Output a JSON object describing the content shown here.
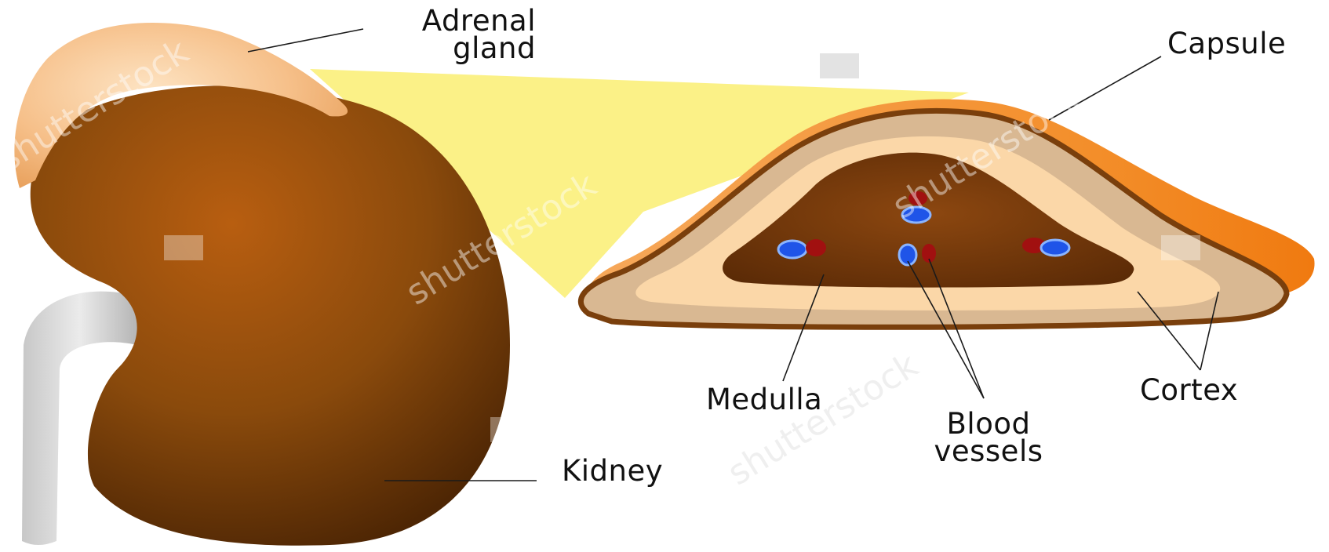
{
  "labels": {
    "adrenal_line1": "Adrenal",
    "adrenal_line2": "gland",
    "capsule": "Capsule",
    "medulla": "Medulla",
    "blood_line1": "Blood",
    "blood_line2": "vessels",
    "cortex": "Cortex",
    "kidney": "Kidney"
  },
  "watermark": "shutterstock",
  "colors": {
    "kidney": "#8a4a0c",
    "kidney_highlight": "#b85e10",
    "adrenal_on_kidney": "#f6c08a",
    "zoom_cone": "#fbf07a",
    "capsule": "#f08a1e",
    "cortex_outer": "#d9b892",
    "cortex_inner": "#fbd7a8",
    "medulla": "#6e3508",
    "artery": "#a11010",
    "vein": "#1f54e8",
    "ureter": "#d6d6d6"
  }
}
